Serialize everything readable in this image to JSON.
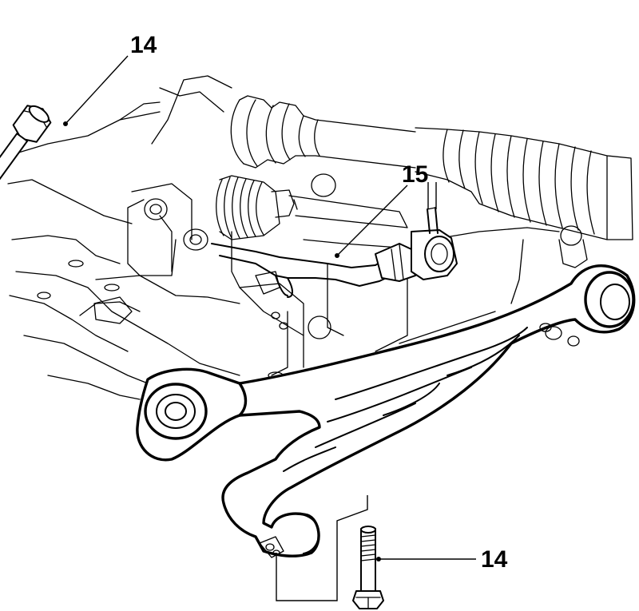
{
  "callouts": {
    "bolt_top": "14",
    "track_rod": "15",
    "bolt_bottom": "14"
  }
}
